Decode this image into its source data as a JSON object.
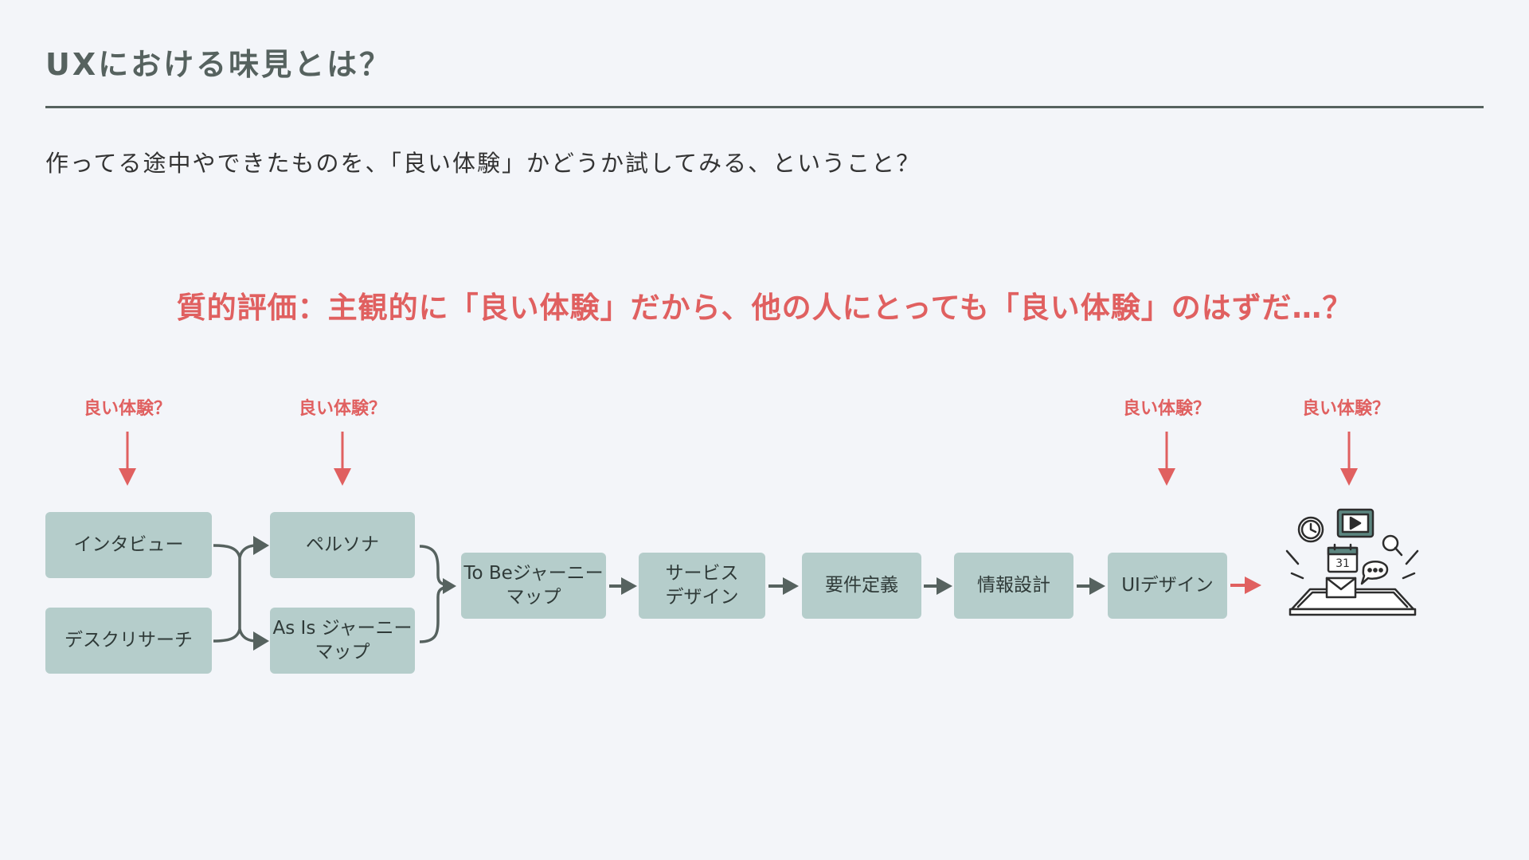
{
  "title": "UXにおける味見とは？",
  "subtitle": "作ってる途中やできたものを、「良い体験」かどうか試してみる、ということ？",
  "headline": "質的評価：主観的に「良い体験」だから、他の人にとっても「良い体験」のはずだ…？",
  "question_label": "良い体験？",
  "colors": {
    "accent": "#e06060",
    "box": "#b5cdcb",
    "line": "#56625f",
    "background": "#f3f5f9"
  },
  "nodes": {
    "interview": "インタビュー",
    "desk_research": "デスクリサーチ",
    "persona": "ペルソナ",
    "as_is_journey": "As Is ジャーニー\nマップ",
    "to_be_journey": "To Beジャーニー\nマップ",
    "service_design": "サービス\nデザイン",
    "requirements": "要件定義",
    "information_architecture": "情報設計",
    "ui_design": "UIデザイン"
  },
  "product_illustration": {
    "icon": "device-with-apps-icon",
    "calendar_day": "31"
  }
}
